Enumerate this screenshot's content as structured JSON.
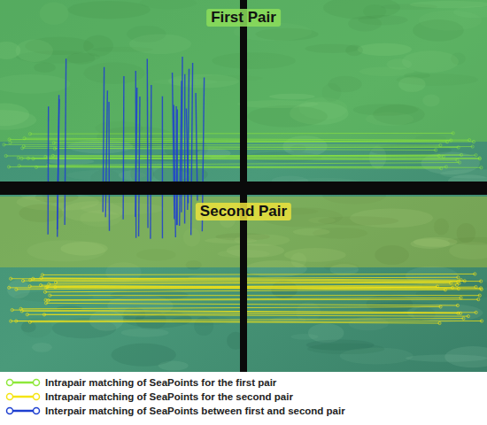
{
  "diagram": {
    "labels": [
      "First Pair",
      "Second Pair"
    ],
    "legend": [
      {
        "text": "Intrapair matching of SeaPoints for the first pair"
      },
      {
        "text": "Intrapair matching of SeaPoints for the second pair"
      },
      {
        "text": "Interpair matching of SeaPoints between first and second pair"
      }
    ]
  }
}
